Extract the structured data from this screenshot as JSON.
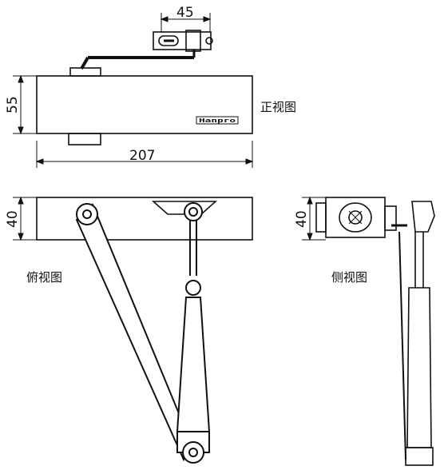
{
  "dimensions": {
    "arm_spacing": "45",
    "body_height": "55",
    "body_length": "207",
    "body_depth_top": "40",
    "body_depth_side": "40"
  },
  "labels": {
    "front_view": "正视图",
    "top_view": "俯视图",
    "side_view": "侧视图"
  },
  "brand_text": "Hanpro"
}
